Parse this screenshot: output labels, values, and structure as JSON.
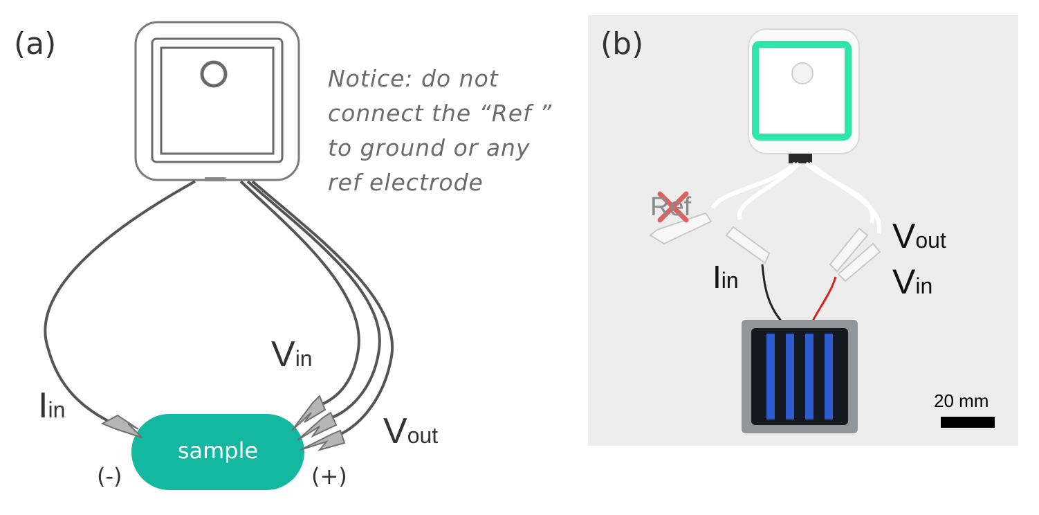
{
  "panel_a": {
    "label": "(a)",
    "notice_lines": [
      "Notice: do not",
      "connect the “Ref ”",
      "to ground or any",
      "ref electrode"
    ],
    "sample_label": "sample",
    "polarity_minus": "(-)",
    "polarity_plus": "(+)",
    "i_in": {
      "main": "I",
      "sub": "in"
    },
    "v_in": {
      "main": "V",
      "sub": "in"
    },
    "v_out": {
      "main": "V",
      "sub": "out"
    },
    "colors": {
      "sample": "#14b8a0",
      "wire": "#555555",
      "clip": "#b5b5b5"
    }
  },
  "panel_b": {
    "label": "(b)",
    "ref_label": "Ref",
    "i_in": {
      "main": "I",
      "sub": "in"
    },
    "v_out": {
      "main": "V",
      "sub": "out"
    },
    "v_in": {
      "main": "V",
      "sub": "in"
    },
    "scale_bar_label": "20 mm",
    "colors": {
      "led_ring": "#2ee6a8",
      "cross": "#e06060",
      "red_wire": "#e02020",
      "black_wire": "#222222"
    }
  }
}
